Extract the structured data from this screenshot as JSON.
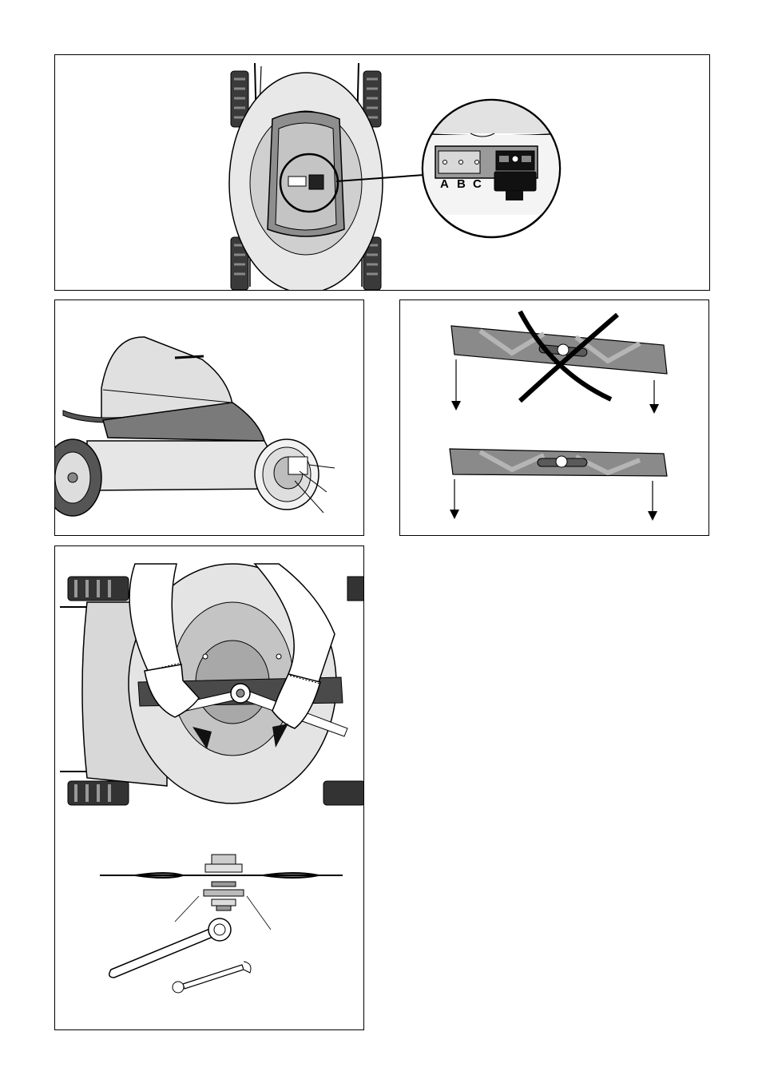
{
  "figure1": {
    "indicator_labels": {
      "a": "A",
      "b": "B",
      "c": "C"
    }
  },
  "colors": {
    "line": "#000000",
    "light_grey": "#e6e6e6",
    "mid_grey": "#c8c8c8",
    "dark_grey": "#8c8c8c",
    "blade_grey": "#8a8a8a"
  }
}
